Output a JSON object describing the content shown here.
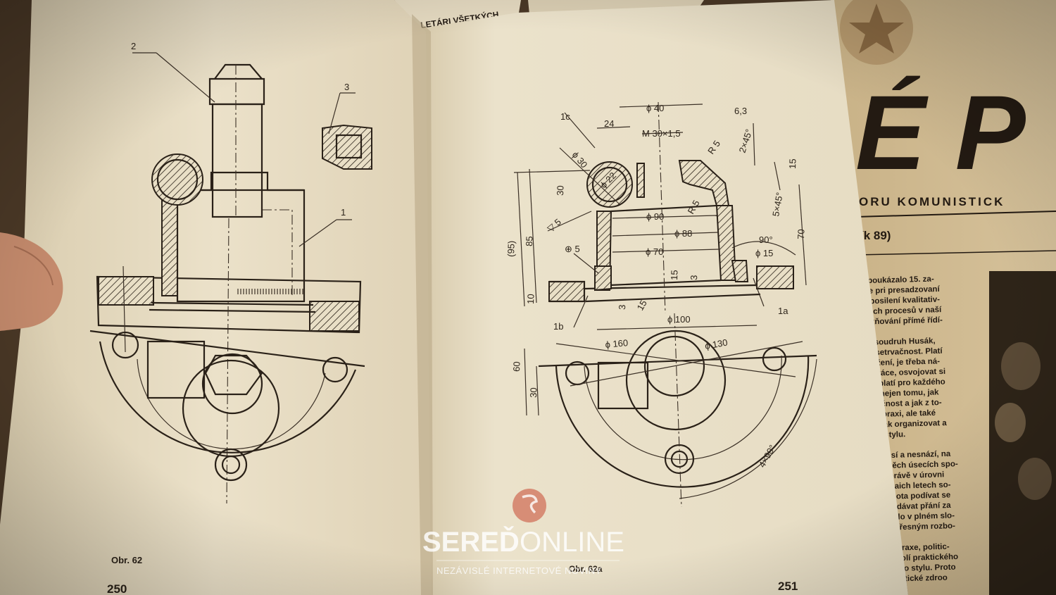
{
  "left_page": {
    "labels": [
      "2",
      "3",
      "1"
    ],
    "caption": "Obr. 62",
    "page_number": "250"
  },
  "right_page": {
    "dimensions": [
      "1c",
      "24",
      "ϕ 40",
      "M 30×1,5",
      "6,3",
      "2×45°",
      "R 5",
      "15",
      "ϕ 30",
      "ϕ 22",
      "30",
      "R 5",
      "5×45°",
      "ϕ 90",
      "ϕ 88",
      "(95)",
      "85",
      "▽ 5",
      "70",
      "90°",
      "ϕ 70",
      "ϕ 15",
      "⊕ 5",
      "15",
      "3",
      "10",
      "3",
      "15",
      "ϕ 100",
      "1a",
      "1b",
      "ϕ 160",
      "ϕ 130",
      "60",
      "30",
      "4×90°"
    ],
    "caption": "Obr. 62a",
    "page_number": "251"
  },
  "header_strip": "LETÁRI VŠETKÝCH",
  "newspaper": {
    "masthead": "É P",
    "subtitle": "ORU KOMUNISTICK",
    "year": "ík 89)",
    "column_lines": [
      "poukázalo 15. za-",
      "e pri presadzovaní",
      "posilení kvalitativ-",
      "ich procesů v naší",
      "tňování přímé řídí-",
      "",
      "soudruh Husák,",
      "setrvačnost. Platí",
      "žení, je třeba ná-",
      "ráce, osvojovat si",
      "platí pro každého",
      "nejen tomu, jak",
      "čnost a jak z to-",
      "praxi, ale také",
      "ak organizovat a",
      "stylu.",
      "",
      "ssí a nesnází, na",
      "yěch úsecích spo-",
      "právě v úrovni",
      "vaich letech so-",
      "hota podívat se",
      "ydávat přání za",
      "ylo v plném slo-",
      "přesným rozbo-",
      "",
      "praxe, politic-",
      "rolí praktického",
      "ho stylu. Proto",
      "stické zdroo"
    ]
  },
  "watermark": {
    "brand_bold": "SEREĎ",
    "brand_light": "ONLINE",
    "tagline": "NEZÁVISLÉ INTERNETOVÉ NOVINY"
  }
}
